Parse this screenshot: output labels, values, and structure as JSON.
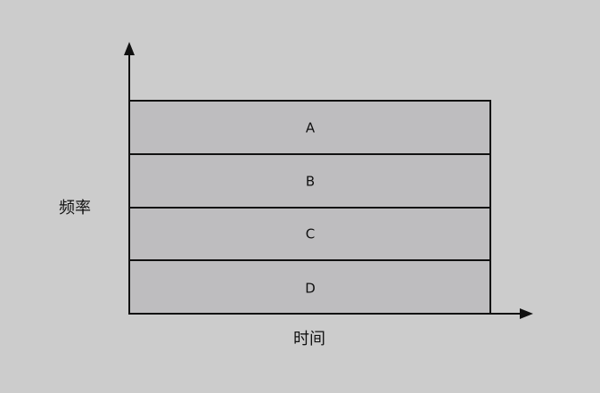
{
  "diagram": {
    "y_axis_label": "频率",
    "x_axis_label": "时间",
    "bands": [
      {
        "label": "A"
      },
      {
        "label": "B"
      },
      {
        "label": "C"
      },
      {
        "label": "D"
      }
    ]
  },
  "colors": {
    "background": "#cccccc",
    "band_fill": "#bebdbf",
    "line": "#111111"
  }
}
